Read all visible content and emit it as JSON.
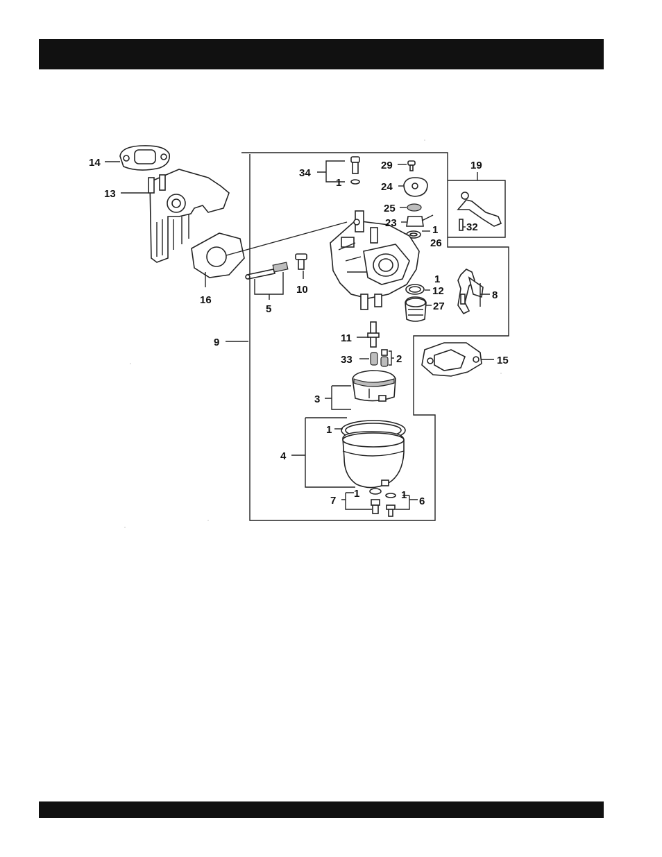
{
  "header": {
    "text": ""
  },
  "footer": {
    "text": ""
  },
  "diagram": {
    "callouts": [
      {
        "id": "c14",
        "text": "14"
      },
      {
        "id": "c13",
        "text": "13"
      },
      {
        "id": "c16",
        "text": "16"
      },
      {
        "id": "c5",
        "text": "5"
      },
      {
        "id": "c10",
        "text": "10"
      },
      {
        "id": "c34",
        "text": "34"
      },
      {
        "id": "c1a",
        "text": "1"
      },
      {
        "id": "c29",
        "text": "29"
      },
      {
        "id": "c24",
        "text": "24"
      },
      {
        "id": "c25",
        "text": "25"
      },
      {
        "id": "c23",
        "text": "23"
      },
      {
        "id": "c1b",
        "text": "1"
      },
      {
        "id": "c26",
        "text": "26"
      },
      {
        "id": "c19",
        "text": "19"
      },
      {
        "id": "c32",
        "text": "32"
      },
      {
        "id": "c1c",
        "text": "1"
      },
      {
        "id": "c12",
        "text": "12"
      },
      {
        "id": "c27",
        "text": "27"
      },
      {
        "id": "c8",
        "text": "8"
      },
      {
        "id": "c9",
        "text": "9"
      },
      {
        "id": "c11",
        "text": "11"
      },
      {
        "id": "c33",
        "text": "33"
      },
      {
        "id": "c2",
        "text": "2"
      },
      {
        "id": "c15",
        "text": "15"
      },
      {
        "id": "c3",
        "text": "3"
      },
      {
        "id": "c1d",
        "text": "1"
      },
      {
        "id": "c4",
        "text": "4"
      },
      {
        "id": "c7",
        "text": "7"
      },
      {
        "id": "c1e",
        "text": "1"
      },
      {
        "id": "c1f",
        "text": "1"
      },
      {
        "id": "c6",
        "text": "6"
      }
    ]
  }
}
